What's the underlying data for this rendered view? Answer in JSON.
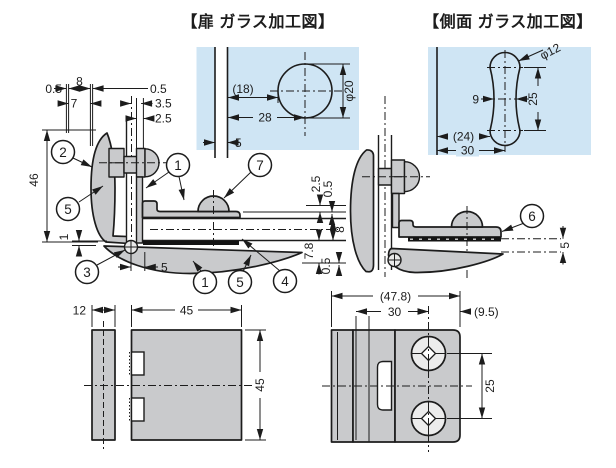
{
  "colors": {
    "panel_blue": "#cfe5f4",
    "part_gray": "#c9cacc",
    "line": "#1c1c1c"
  },
  "titles": {
    "door": "【扉 ガラス加工図】",
    "side": "【側面 ガラス加工図】"
  },
  "door_glass_panel": {
    "dim_18": "(18)",
    "dim_28": "28",
    "dim_dia20": "φ20",
    "dim_5": "5"
  },
  "side_glass_panel": {
    "dim_dia12": "φ12",
    "dim_9": "9",
    "dim_25": "25",
    "dim_24": "(24)",
    "dim_30": "30"
  },
  "front_view": {
    "dim_05_left": "0.5",
    "dim_8_top": "8",
    "dim_05_right": "0.5",
    "dim_7": "7",
    "dim_35": "3.5",
    "dim_25_top": "2.5",
    "dim_46": "46",
    "dim_1": "1",
    "dim_5_bottom": "5",
    "dim_25_col": "2.5",
    "dim_05_col1": "0.5",
    "dim_8_col": "8",
    "dim_78_col": "7.8",
    "dim_05_col2": "0.5",
    "callout_2": "2",
    "callout_5_left": "5",
    "callout_3": "3",
    "callout_1_top": "1",
    "callout_7": "7",
    "callout_1_bottom": "1",
    "callout_5_bottom": "5",
    "callout_4": "4"
  },
  "side_view": {
    "callout_6": "6",
    "dim_5": "5"
  },
  "plan_door_view": {
    "dim_12": "12",
    "dim_45_w": "45",
    "dim_45_h": "45"
  },
  "plan_side_view": {
    "dim_478": "(47.8)",
    "dim_30": "30",
    "dim_95": "(9.5)",
    "dim_25": "25"
  }
}
